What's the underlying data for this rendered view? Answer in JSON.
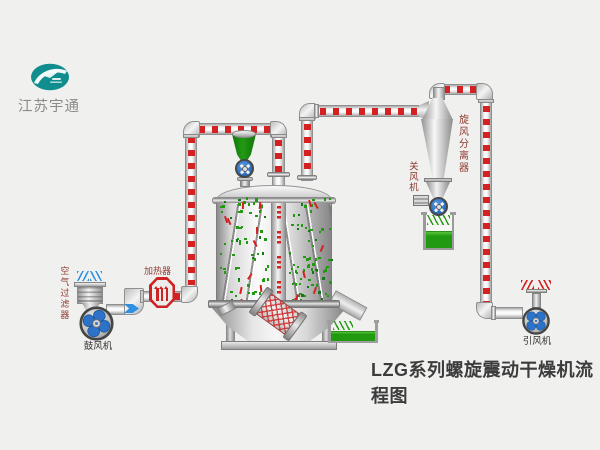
{
  "diagram": {
    "brand": {
      "name": "江苏宇通"
    },
    "title": "LZG系列螺旋震动干燥机流程图",
    "equipment_labels": {
      "air_filter": "空气过滤器",
      "blower": "鼓风机",
      "heater": "加热器",
      "rotary_valve": "关风机",
      "cyclone_separator": "旋风分离器",
      "induced_draft_fan": "引风机"
    },
    "colors": {
      "background": "#f0f0ef",
      "pipe_dash_red": "#d42222",
      "heater_red": "#cf2323",
      "material_green": "#219a12",
      "material_green_dark": "#15761a",
      "fan_blue": "#2b72c8",
      "intake_blue": "#2f8fe0",
      "label_red": "#8f3b30",
      "label_dark": "#333333",
      "title_color": "#3c3c3c",
      "logo_teal": "#0f8d8f"
    }
  }
}
